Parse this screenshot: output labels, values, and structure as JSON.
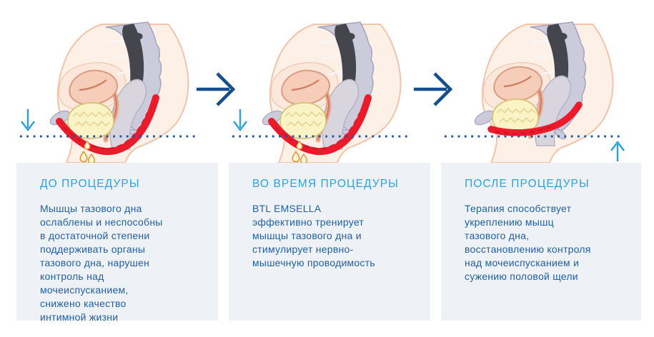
{
  "colors": {
    "title_blue": "#2aa3dc",
    "body_text_blue": "#1f5fa4",
    "card_background": "#eef2f6",
    "step_arrow_navy": "#174f8d",
    "indicator_arrow_blue": "#2e9fd9",
    "level_line_navy": "#1d55a0",
    "muscle_red": "#ec1b2b",
    "bladder_yellow": "#faf3c5",
    "bone_lavender": "#cbcbdb",
    "spinal_cord_dark": "#45454e",
    "skin": "#fdf0e6",
    "droplet_orange": "#dd9a33"
  },
  "step_arrows": [
    {
      "icon": "right-arrow"
    },
    {
      "icon": "right-arrow"
    }
  ],
  "panels": [
    {
      "id": "before",
      "title": "ДО ПРОЦЕДУРЫ",
      "body": "Мышцы тазового дна\nослаблены и неспособны\nв достаточной степени\nподдерживать органы\nтазового дна, нарушен\nконтроль над\nмочеиспусканием,\nснижено качество\nинтимной жизни",
      "illustration": {
        "depicts": "sagittal pelvic anatomy: spine, bladder, uterus, rectum, weakened pelvic floor muscle sagging below level line, urine leak droplets, downward arrow",
        "muscle_state": "sagging",
        "leak_droplets": true,
        "indicator_arrow": "down-left"
      }
    },
    {
      "id": "during",
      "title": "ВО ВРЕМЯ ПРОЦЕДУРЫ",
      "body": "BTL EMSELLA\nэффективно тренирует\nмышцы тазового дна и\nстимулирует нервно-\nмышечную проводимость",
      "illustration": {
        "depicts": "sagittal pelvic anatomy: spine, bladder, uterus, rectum, pelvic floor muscle sagging below level line, urine leak droplets, downward arrow",
        "muscle_state": "sagging",
        "leak_droplets": true,
        "indicator_arrow": "down-left"
      }
    },
    {
      "id": "after",
      "title": "ПОСЛЕ ПРОЦЕДУРЫ",
      "body": "Терапия способствует\nукреплению мышц\nтазового дна,\nвосстановлению контроля\nнад мочеиспусканием и\nсужению половой щели",
      "illustration": {
        "depicts": "sagittal pelvic anatomy: spine, bladder, uterus, rectum, strengthened pelvic floor muscle lifted above level line, upward arrow",
        "muscle_state": "lifted",
        "leak_droplets": false,
        "indicator_arrow": "up-right"
      }
    }
  ]
}
